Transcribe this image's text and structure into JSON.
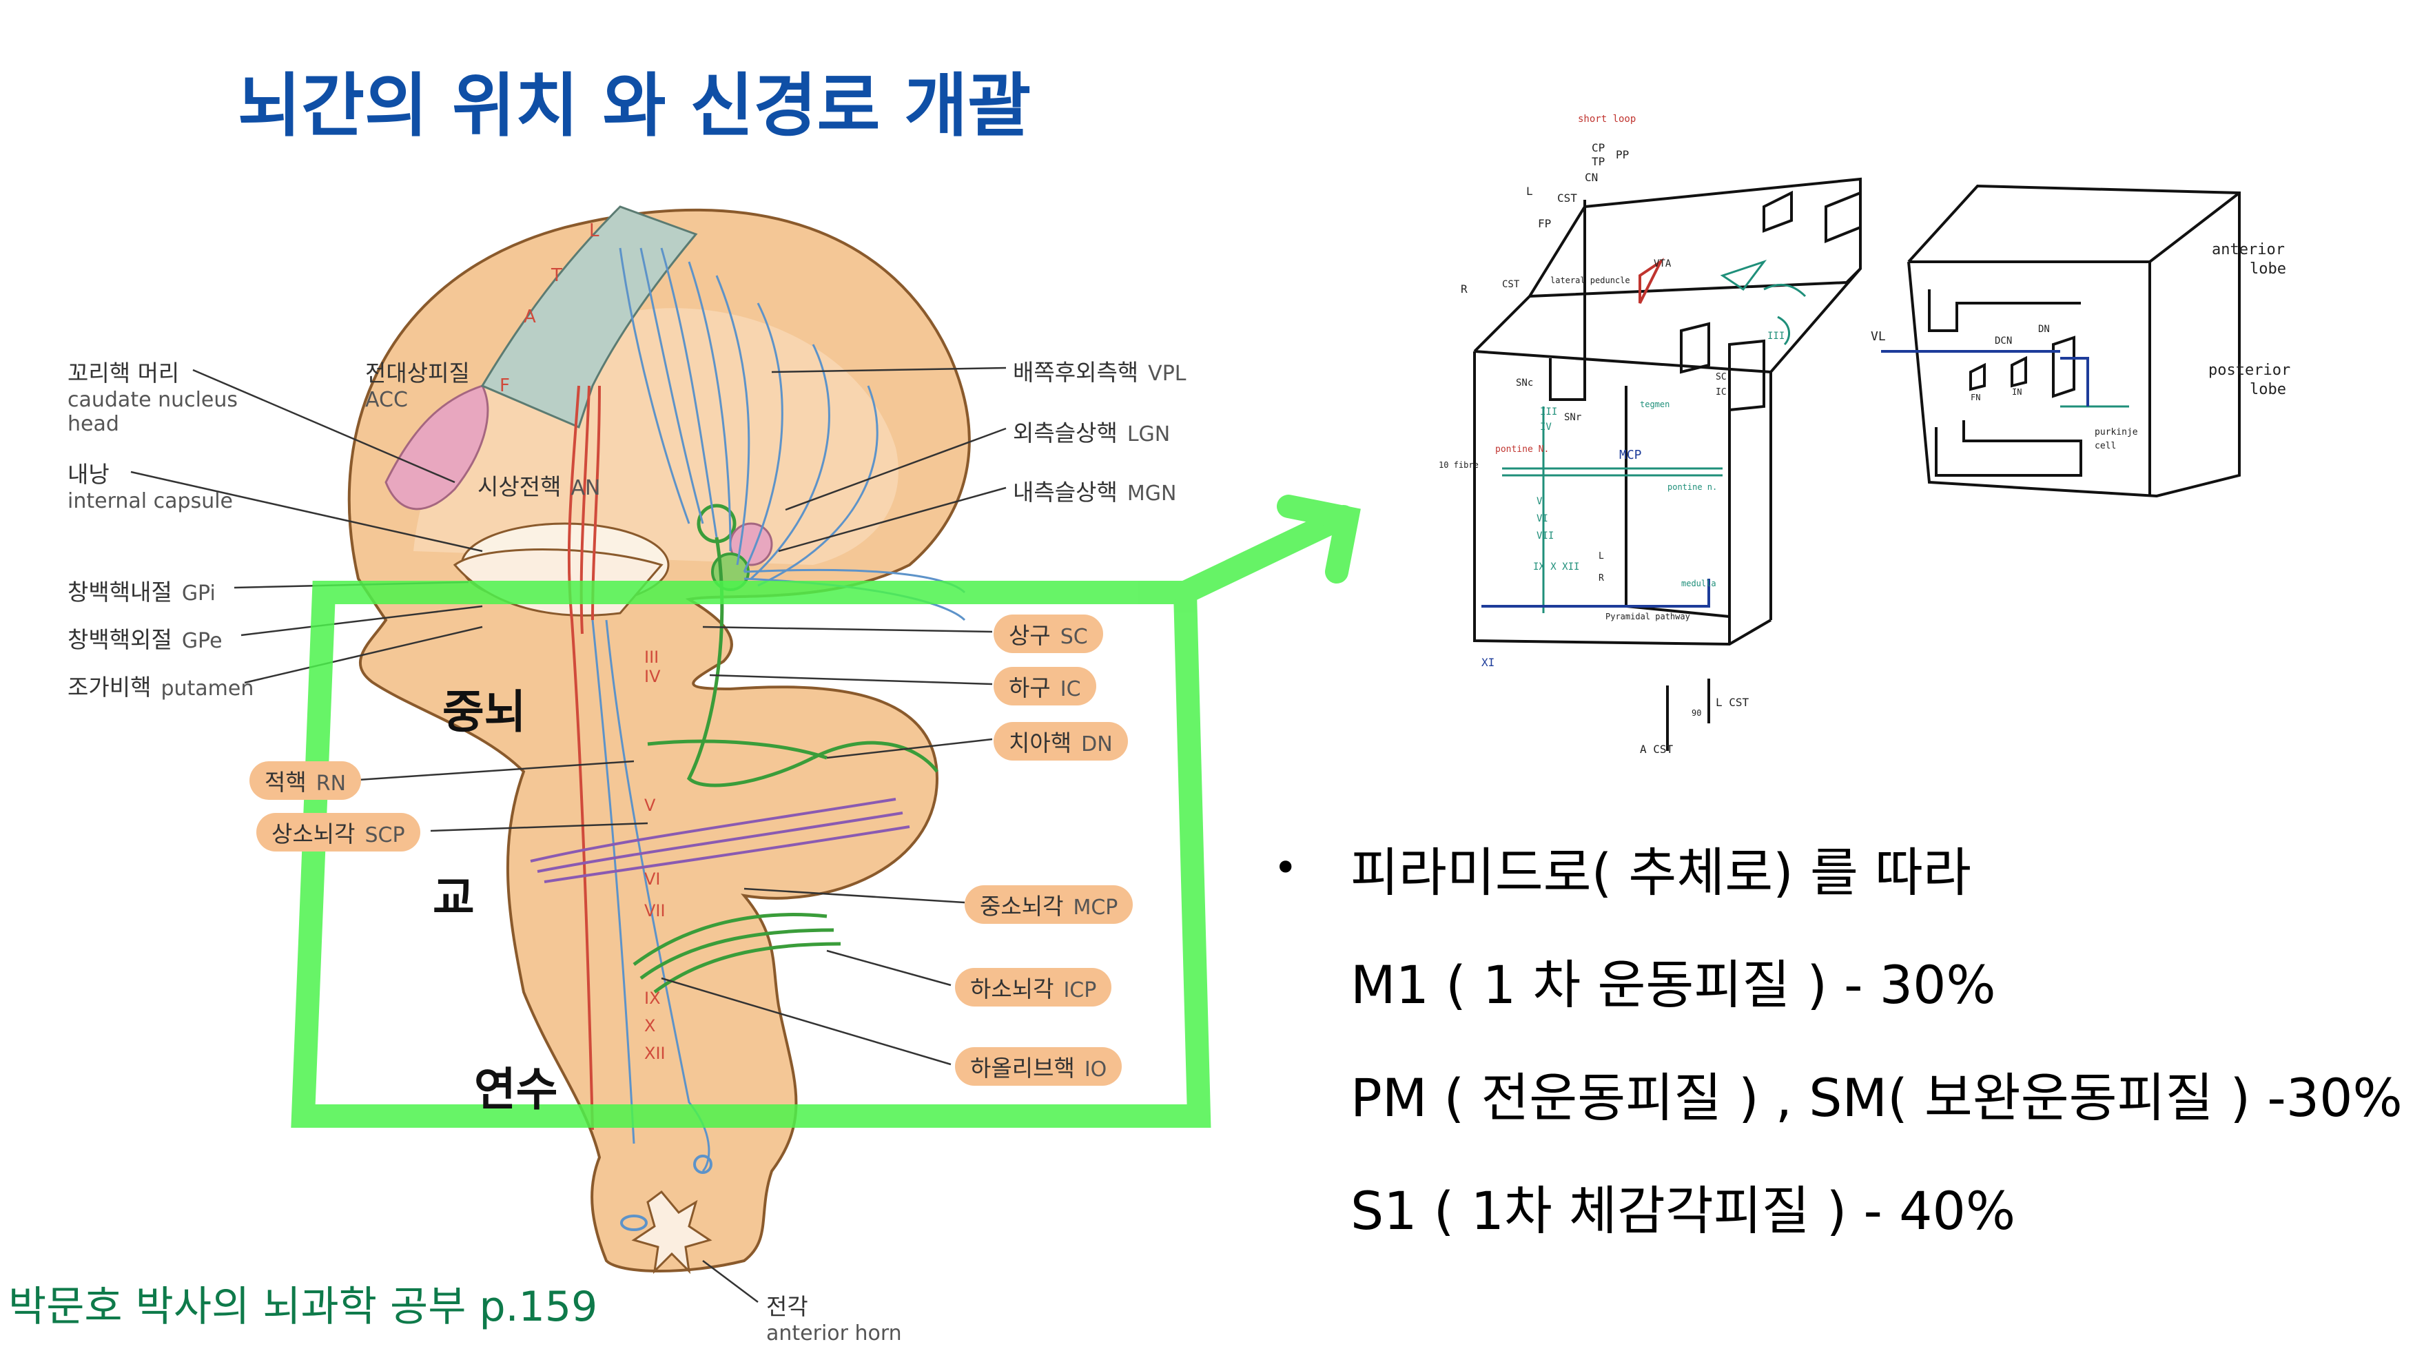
{
  "title": "뇌간의 위치 와 신경로 개괄",
  "credit": "박문호 박사의 뇌과학 공부 p.159",
  "left_labels": [
    {
      "ko": "꼬리핵 머리",
      "en1": "caudate nucleus",
      "en2": "head"
    },
    {
      "ko": "내낭",
      "en1": "internal capsule"
    },
    {
      "ko": "창백핵내절",
      "en": "GPi"
    },
    {
      "ko": "창백핵외절",
      "en": "GPe"
    },
    {
      "ko": "조가비핵",
      "en": "putamen"
    },
    {
      "ko": "적핵",
      "en": "RN"
    },
    {
      "ko": "상소뇌각",
      "en": "SCP"
    }
  ],
  "inner_labels": [
    {
      "ko": "전대상피질",
      "en": "ACC"
    },
    {
      "ko": "시상전핵",
      "en": "AN"
    }
  ],
  "right_labels": [
    {
      "ko": "배쪽후외측핵",
      "en": "VPL"
    },
    {
      "ko": "외측슬상핵",
      "en": "LGN"
    },
    {
      "ko": "내측슬상핵",
      "en": "MGN"
    },
    {
      "ko": "상구",
      "en": "SC"
    },
    {
      "ko": "하구",
      "en": "IC"
    },
    {
      "ko": "치아핵",
      "en": "DN"
    },
    {
      "ko": "중소뇌각",
      "en": "MCP"
    },
    {
      "ko": "하소뇌각",
      "en": "ICP"
    },
    {
      "ko": "하올리브핵",
      "en": "IO"
    }
  ],
  "bottom_label": {
    "ko": "전각",
    "en": "anterior horn"
  },
  "regions": {
    "midbrain": "중뇌",
    "pons": "교",
    "medulla": "연수"
  },
  "cortex_letters": [
    "L",
    "T",
    "A",
    "F"
  ],
  "cranial_nerves": [
    "III",
    "IV",
    "V",
    "VI",
    "VII",
    "IX",
    "X",
    "XII"
  ],
  "bullets": [
    "피라미드로( 추체로) 를 따라",
    "M1 ( 1 차 운동피질 ) - 30%",
    "PM ( 전운동피질 ) , SM( 보완운동피질 ) -30%",
    "S1 ( 1차 체감각피질 )  - 40%"
  ],
  "bullet_symbol": "•",
  "sketch": {
    "top": [
      "short loop",
      "CN",
      "CST",
      "L",
      "CP",
      "TP",
      "PP",
      "FP",
      "R",
      "CST",
      "lateral peduncle",
      "VTA",
      "III"
    ],
    "left_box": [
      "SNc",
      "SNr",
      "III",
      "IV",
      "SC",
      "IC",
      "tegmen",
      "pontine N.",
      "MCP",
      "10 fibre",
      "V",
      "VI",
      "VII",
      "IX X XII",
      "pontine n.",
      "medulla",
      "L",
      "R",
      "Pyramidal pathway",
      "XI",
      "L CST",
      "90",
      "A CST"
    ],
    "right_box": [
      "anterior",
      "lobe",
      "posterior",
      "lobe",
      "VL",
      "DCN",
      "DN",
      "FN",
      "IN",
      "purkinje",
      "cell"
    ]
  },
  "colors": {
    "title": "#0f4fa6",
    "credit": "#0e7a4a",
    "highlight": "#f6c08f",
    "green_box": "#4cf24c",
    "brain": "#f4c796",
    "pathway_red": "#d04a3b",
    "pathway_blue": "#5d93c9",
    "pathway_green": "#3a9d3a",
    "pathway_purple": "#8a5ab2"
  }
}
